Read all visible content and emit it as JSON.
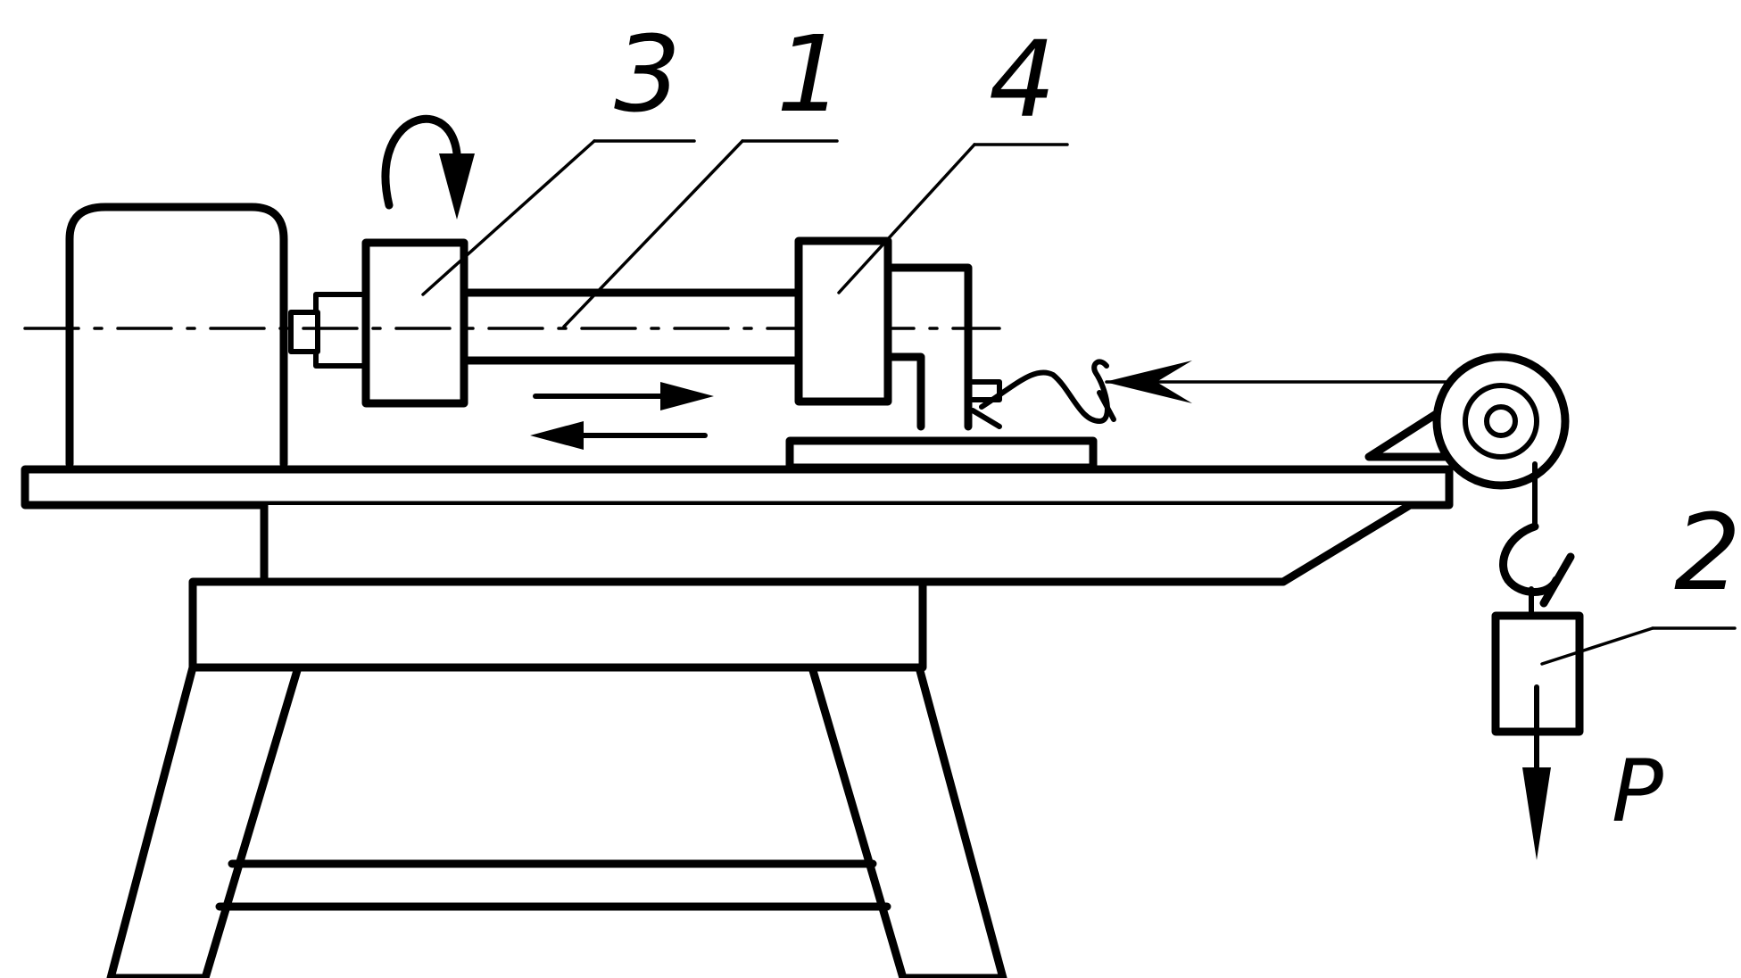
{
  "labels": {
    "shaft": "1",
    "weight": "2",
    "chuck": "3",
    "collet": "4",
    "load": "P"
  },
  "colors": {
    "ink": "#000000",
    "paper": "#ffffff"
  }
}
